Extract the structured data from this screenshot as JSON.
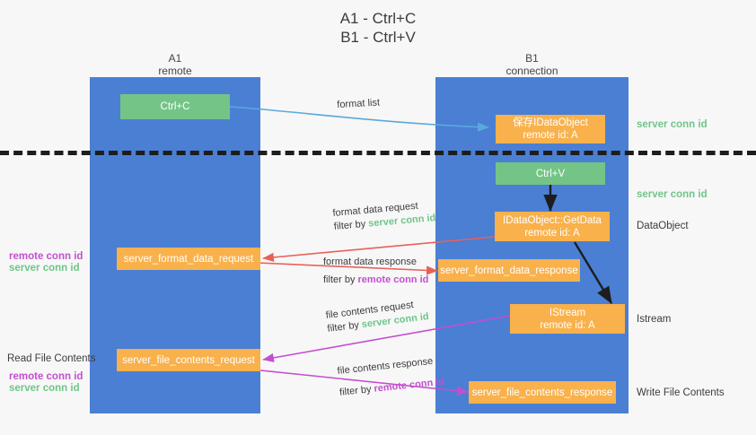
{
  "title": {
    "line1": "A1 - Ctrl+C",
    "line2": "B1 - Ctrl+V"
  },
  "lanes": [
    {
      "id": "a1",
      "name": "A1",
      "subtitle": "remote"
    },
    {
      "id": "b1",
      "name": "B1",
      "subtitle": "connection"
    }
  ],
  "nodes": {
    "ctrl_c": {
      "line1": "Ctrl+C",
      "line2": "",
      "color": "#74c487"
    },
    "save_idataobject": {
      "line1": "保存IDataObject",
      "line2": "remote id: A",
      "color": "#f9b14b"
    },
    "ctrl_v": {
      "line1": "Ctrl+V",
      "line2": "",
      "color": "#74c487"
    },
    "getdata": {
      "line1": "IDataObject::GetData",
      "line2": "remote id: A",
      "color": "#f9b14b"
    },
    "istream": {
      "line1": "IStream",
      "line2": "remote id: A",
      "color": "#f9b14b"
    },
    "server_format_data_request": {
      "line1": "server_format_data_request",
      "line2": "",
      "color": "#f9b14b"
    },
    "server_format_data_response": {
      "line1": "server_format_data_response",
      "line2": "",
      "color": "#f9b14b"
    },
    "server_file_contents_request": {
      "line1": "server_file_contents_request",
      "line2": "",
      "color": "#f9b14b"
    },
    "server_file_contents_response": {
      "line1": "server_file_contents_response",
      "line2": "",
      "color": "#f9b14b"
    }
  },
  "edge_labels": {
    "format_list": {
      "text": "format list",
      "filter_prefix": "",
      "filter_term": ""
    },
    "format_data_request": {
      "text": "format data request",
      "filter_prefix": "filter by ",
      "filter_term": "server conn id",
      "filter_color": "#6fc58a"
    },
    "format_data_response": {
      "text": "format data response",
      "filter_prefix": "filter by ",
      "filter_term": "remote conn id",
      "filter_color": "#c34fd0"
    },
    "file_contents_request": {
      "text": "file contents request",
      "filter_prefix": "filter by ",
      "filter_term": "server conn id",
      "filter_color": "#6fc58a"
    },
    "file_contents_response": {
      "text": "file contents response",
      "filter_prefix": "filter by ",
      "filter_term": "remote conn id",
      "filter_color": "#c34fd0"
    }
  },
  "side_annotations": {
    "right_server_conn_id_1": "server conn id",
    "right_server_conn_id_2": "server conn id",
    "right_dataobject": "DataObject",
    "right_istream": "Istream",
    "right_write_file_contents": "Write File Contents",
    "left_remote_conn_id_1": "remote conn id",
    "left_server_conn_id_1": "server conn id",
    "left_read_file_contents": "Read File Contents",
    "left_remote_conn_id_2": "remote conn id",
    "left_server_conn_id_2": "server conn id"
  },
  "colors": {
    "lane": "#4a7fd4",
    "green_node": "#74c487",
    "orange_node": "#f9b14b",
    "green_text": "#6fc58a",
    "purple_text": "#c34fd0",
    "blue_arrow": "#5aa9dd",
    "red_arrow": "#e8605a",
    "magenta_arrow": "#c34fd0",
    "black_arrow": "#1d1d1d",
    "separator": "#1d1d1d",
    "background": "#f7f7f7"
  }
}
